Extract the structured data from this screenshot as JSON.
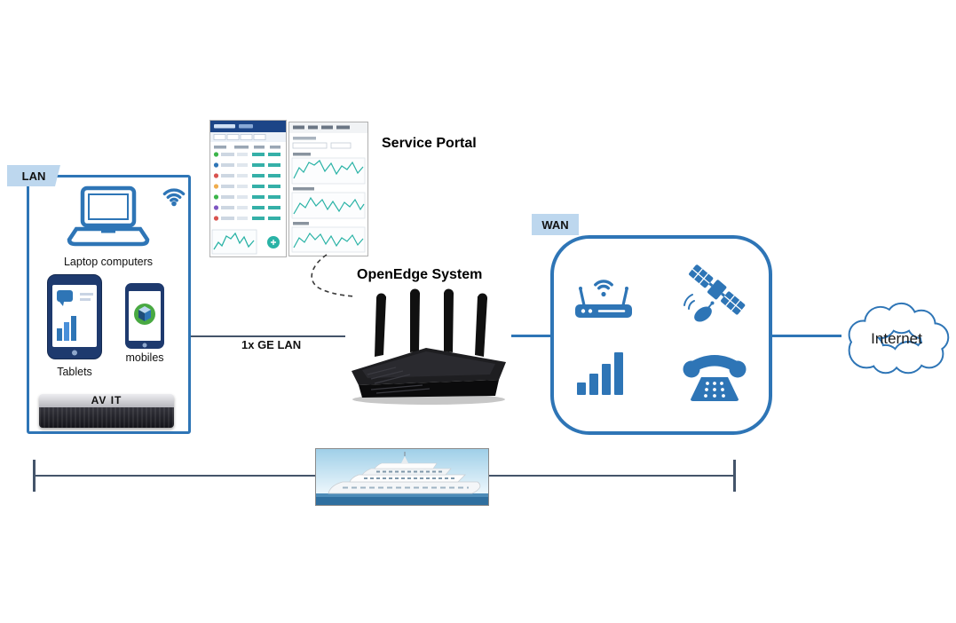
{
  "colors": {
    "blue": "#2e75b6",
    "navy": "#1e3a6e",
    "tag_bg": "#bdd7ee",
    "teal": "#2ab3a6",
    "line_dark": "#44546a"
  },
  "lan": {
    "tag": "LAN",
    "laptop_label": "Laptop computers",
    "tablets_label": "Tablets",
    "mobiles_label": "mobiles",
    "av_device_label": "AV IT"
  },
  "portal": {
    "title": "Service Portal"
  },
  "openedge": {
    "title": "OpenEdge System",
    "link_label": "1x GE LAN"
  },
  "wan": {
    "tag": "WAN"
  },
  "internet": {
    "label": "Internet"
  },
  "icons": {
    "lan_wireless": "wifi-icon",
    "wan_access_point": "wireless-router-icon",
    "wan_satellite": "satellite-icon",
    "wan_cellular": "signal-bars-icon",
    "wan_voice": "telephone-icon"
  }
}
